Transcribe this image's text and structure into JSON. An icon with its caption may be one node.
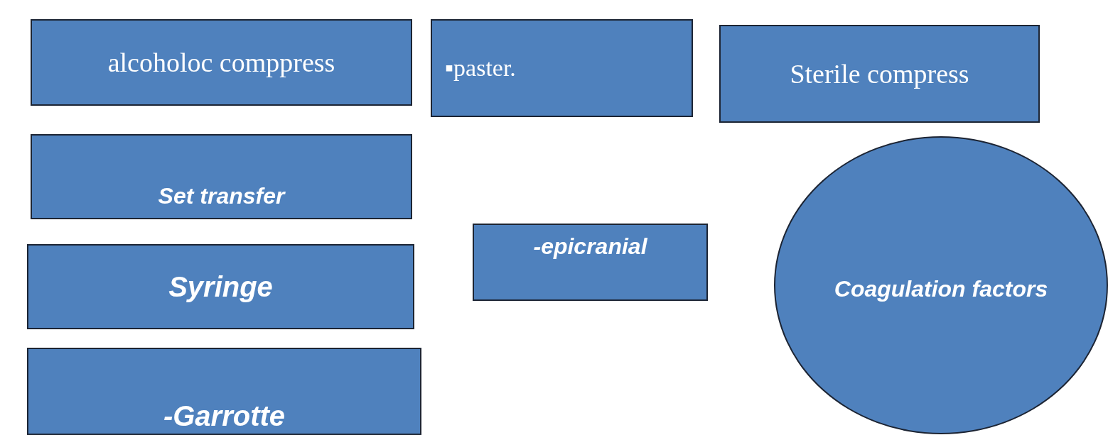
{
  "diagram": {
    "nodes": [
      {
        "text": [
          "alcoholoc comppress"
        ]
      },
      {
        "text": [
          "▪paster."
        ]
      },
      {
        "text": [
          "Sterile compress"
        ]
      },
      {
        "text": [
          "Set transfer"
        ]
      },
      {
        "text": [
          "Coagulation factors"
        ]
      },
      {
        "text": [
          "-epicranial"
        ]
      },
      {
        "text": [
          "Syringe"
        ]
      },
      {
        "text": [
          "-Garrotte"
        ]
      }
    ]
  }
}
